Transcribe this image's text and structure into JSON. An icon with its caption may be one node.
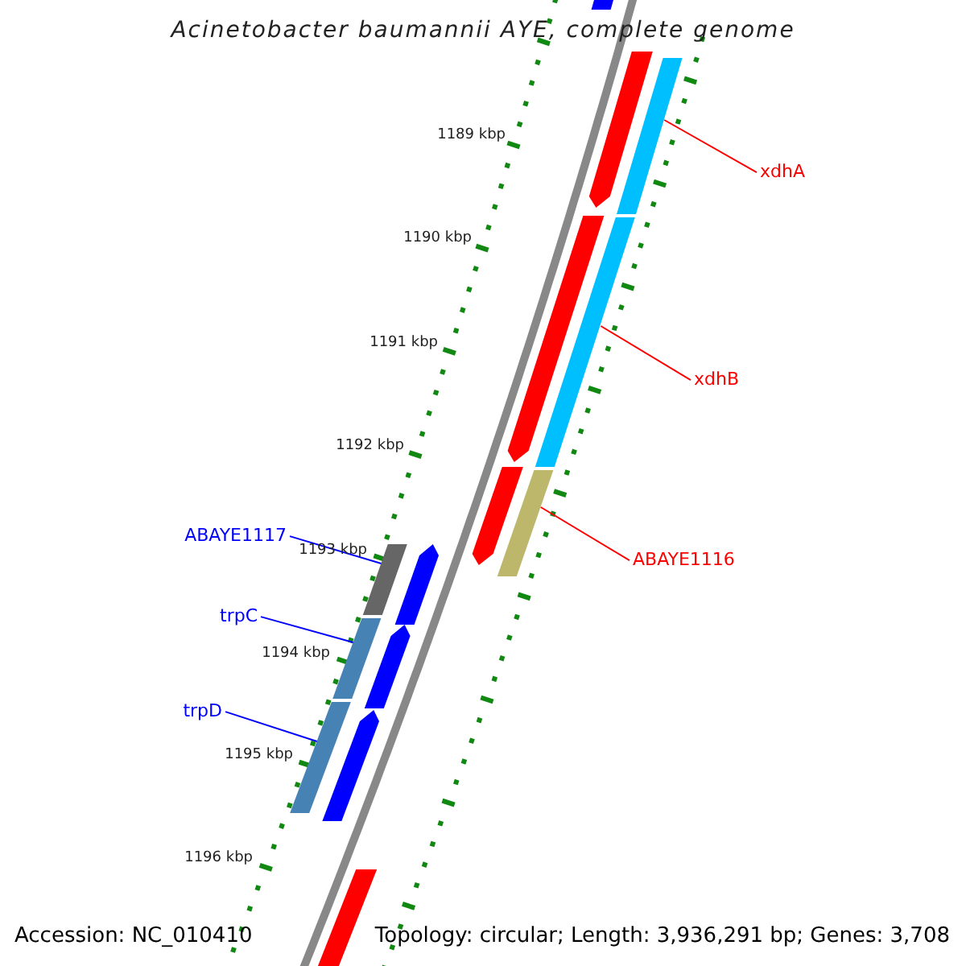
{
  "diagram": {
    "title": "Acinetobacter baumannii AYE, complete genome",
    "nodes": [
      {
        "text": [
          "xdhA"
        ]
      },
      {
        "text": [],
        "shape": "bar"
      },
      {
        "text": [
          "xdhB"
        ]
      },
      {
        "text": [],
        "shape": "bar"
      },
      {
        "text": [
          "ABAYE1116"
        ]
      },
      {
        "text": [],
        "shape": "bar"
      },
      {
        "text": [
          "ABAYE1117"
        ]
      },
      {
        "text": [],
        "shape": "bar"
      },
      {
        "text": [
          "trpC"
        ]
      },
      {
        "text": [],
        "shape": "bar"
      },
      {
        "text": [
          "trpD"
        ]
      },
      {
        "text": [],
        "shape": "bar"
      },
      {
        "text": [],
        "shape": "bar"
      },
      {
        "text": [],
        "shape": "bar"
      },
      {
        "text": [],
        "shape": "bar"
      },
      {
        "text": [],
        "shape": "bar"
      },
      {
        "text": [],
        "shape": "bar"
      },
      {
        "text": [],
        "shape": "bar"
      },
      {
        "text": [],
        "shape": "bar"
      },
      {
        "text": [],
        "shape": "bar"
      }
    ],
    "edges": [
      {
        "from": 0,
        "to": 1,
        "arrow": "none",
        "color": "#ff0000"
      },
      {
        "from": 2,
        "to": 3,
        "arrow": "none",
        "color": "#ff0000"
      },
      {
        "from": 4,
        "to": 5,
        "arrow": "none",
        "color": "#ff0000"
      },
      {
        "from": 6,
        "to": 7,
        "arrow": "none",
        "color": "#0000ff"
      },
      {
        "from": 8,
        "to": 9,
        "arrow": "none",
        "color": "#0000ff"
      },
      {
        "from": 10,
        "to": 11,
        "arrow": "none",
        "color": "#0000ff"
      }
    ],
    "labels": [
      "1189 kbp",
      "1190 kbp",
      "1191 kbp",
      "1192 kbp",
      "1193 kbp",
      "1194 kbp",
      "1195 kbp",
      "1196 kbp",
      "Accession: NC_010410",
      "Topology: circular; Length: 3,936,291 bp; Genes: 3,708"
    ]
  }
}
